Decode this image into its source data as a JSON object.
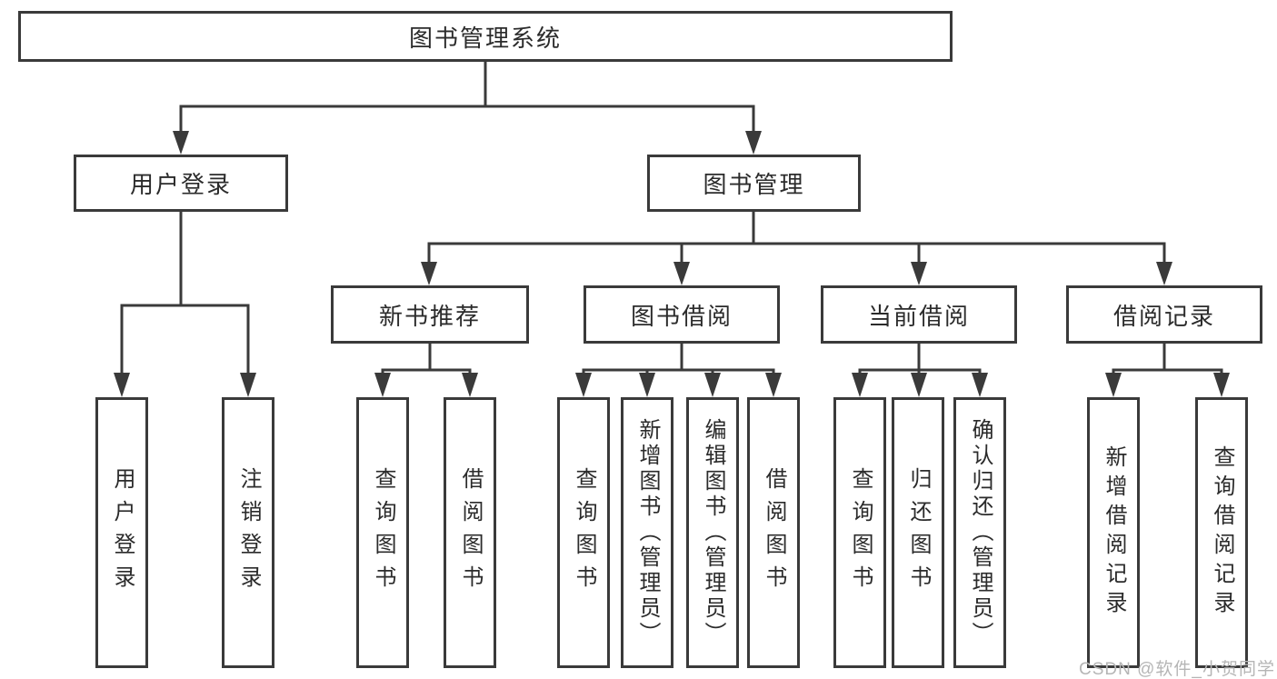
{
  "diagram": {
    "nodes": {
      "root": "图书管理系统",
      "user_login": "用户登录",
      "book_mgmt": "图书管理",
      "new_book_rec": "新书推荐",
      "book_borrow": "图书借阅",
      "current_borrow": "当前借阅",
      "borrow_records": "借阅记录",
      "login_children": [
        "用户登录",
        "注销登录"
      ],
      "rec_children": [
        "查询图书",
        "借阅图书"
      ],
      "borrow_children": [
        "查询图书",
        "新增图书（管理员）",
        "编辑图书（管理员）",
        "借阅图书"
      ],
      "current_children": [
        "查询图书",
        "归还图书",
        "确认归还（管理员）"
      ],
      "records_children": [
        "新增借阅记录",
        "查询借阅记录"
      ]
    },
    "watermark": "CSDN @软件_小贺同学",
    "colors": {
      "line": "#3a3a3a",
      "box_border": "#3a3a3a",
      "box_background": "#ffffff",
      "label_text": "#2b2b2b",
      "watermark_text": "#b5b5b5"
    }
  }
}
